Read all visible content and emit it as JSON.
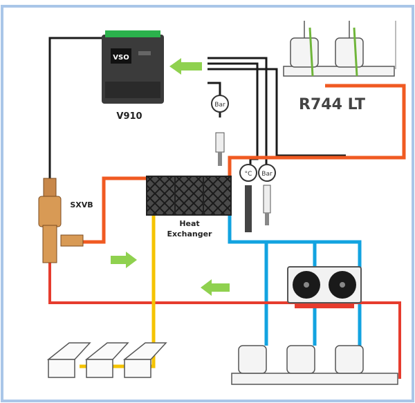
{
  "labels": {
    "controller": "V910",
    "valve": "SXVB",
    "heat_exchanger_line1": "Heat",
    "heat_exchanger_line2": "Exchanger",
    "system": "R744 LT",
    "sensor_bar": "Bar",
    "sensor_temp": "°C"
  },
  "colors": {
    "frame": "#a9c6e8",
    "red_line": "#e63c2e",
    "orange_line": "#f05a22",
    "blue_line": "#12a3e0",
    "yellow_line": "#f5c300",
    "black_line": "#1a1a1a",
    "green_arrow": "#8fd14f"
  },
  "icons": [
    "controller-icon",
    "valve-icon",
    "heat-exchanger-icon",
    "pressure-sensor-icon",
    "temperature-sensor-icon",
    "compressor-rack-icon",
    "condenser-fan-icon",
    "display-case-icon",
    "flow-arrow-icon"
  ]
}
